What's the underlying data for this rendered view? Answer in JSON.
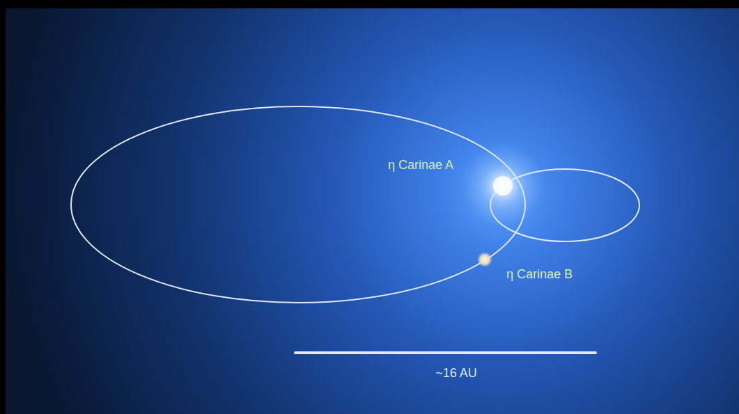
{
  "diagram": {
    "labels": [
      "η Carinae A",
      "η Carinae B",
      "~16 AU"
    ]
  }
}
